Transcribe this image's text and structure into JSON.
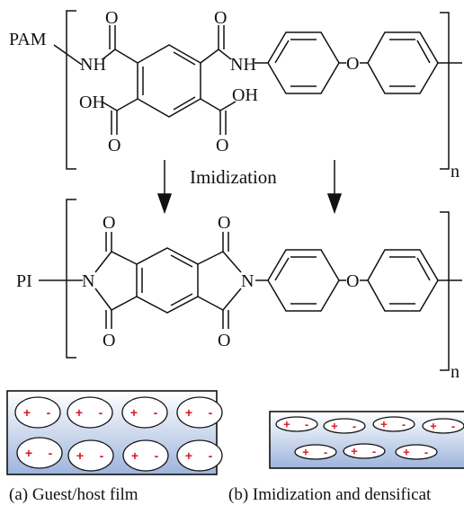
{
  "polyamic_acid": {
    "label": "PAM",
    "amide_nh": "NH",
    "acid_oh": "OH",
    "carbonyl_o": "O",
    "ether_o": "O",
    "repeat_n": "n"
  },
  "reaction": {
    "label": "Imidization"
  },
  "polyimide": {
    "label": "PI",
    "imide_n": "N",
    "carbonyl_o": "O",
    "ether_o": "O",
    "repeat_n": "n"
  },
  "films": {
    "charge_plus": "+",
    "charge_minus": "-",
    "caption_a": "(a) Guest/host film",
    "caption_b": "(b) Imidization and densificat",
    "colors": {
      "charge": "#e0141e",
      "gradient_top": "#ffffff",
      "gradient_bottom": "#9db4dc"
    }
  }
}
